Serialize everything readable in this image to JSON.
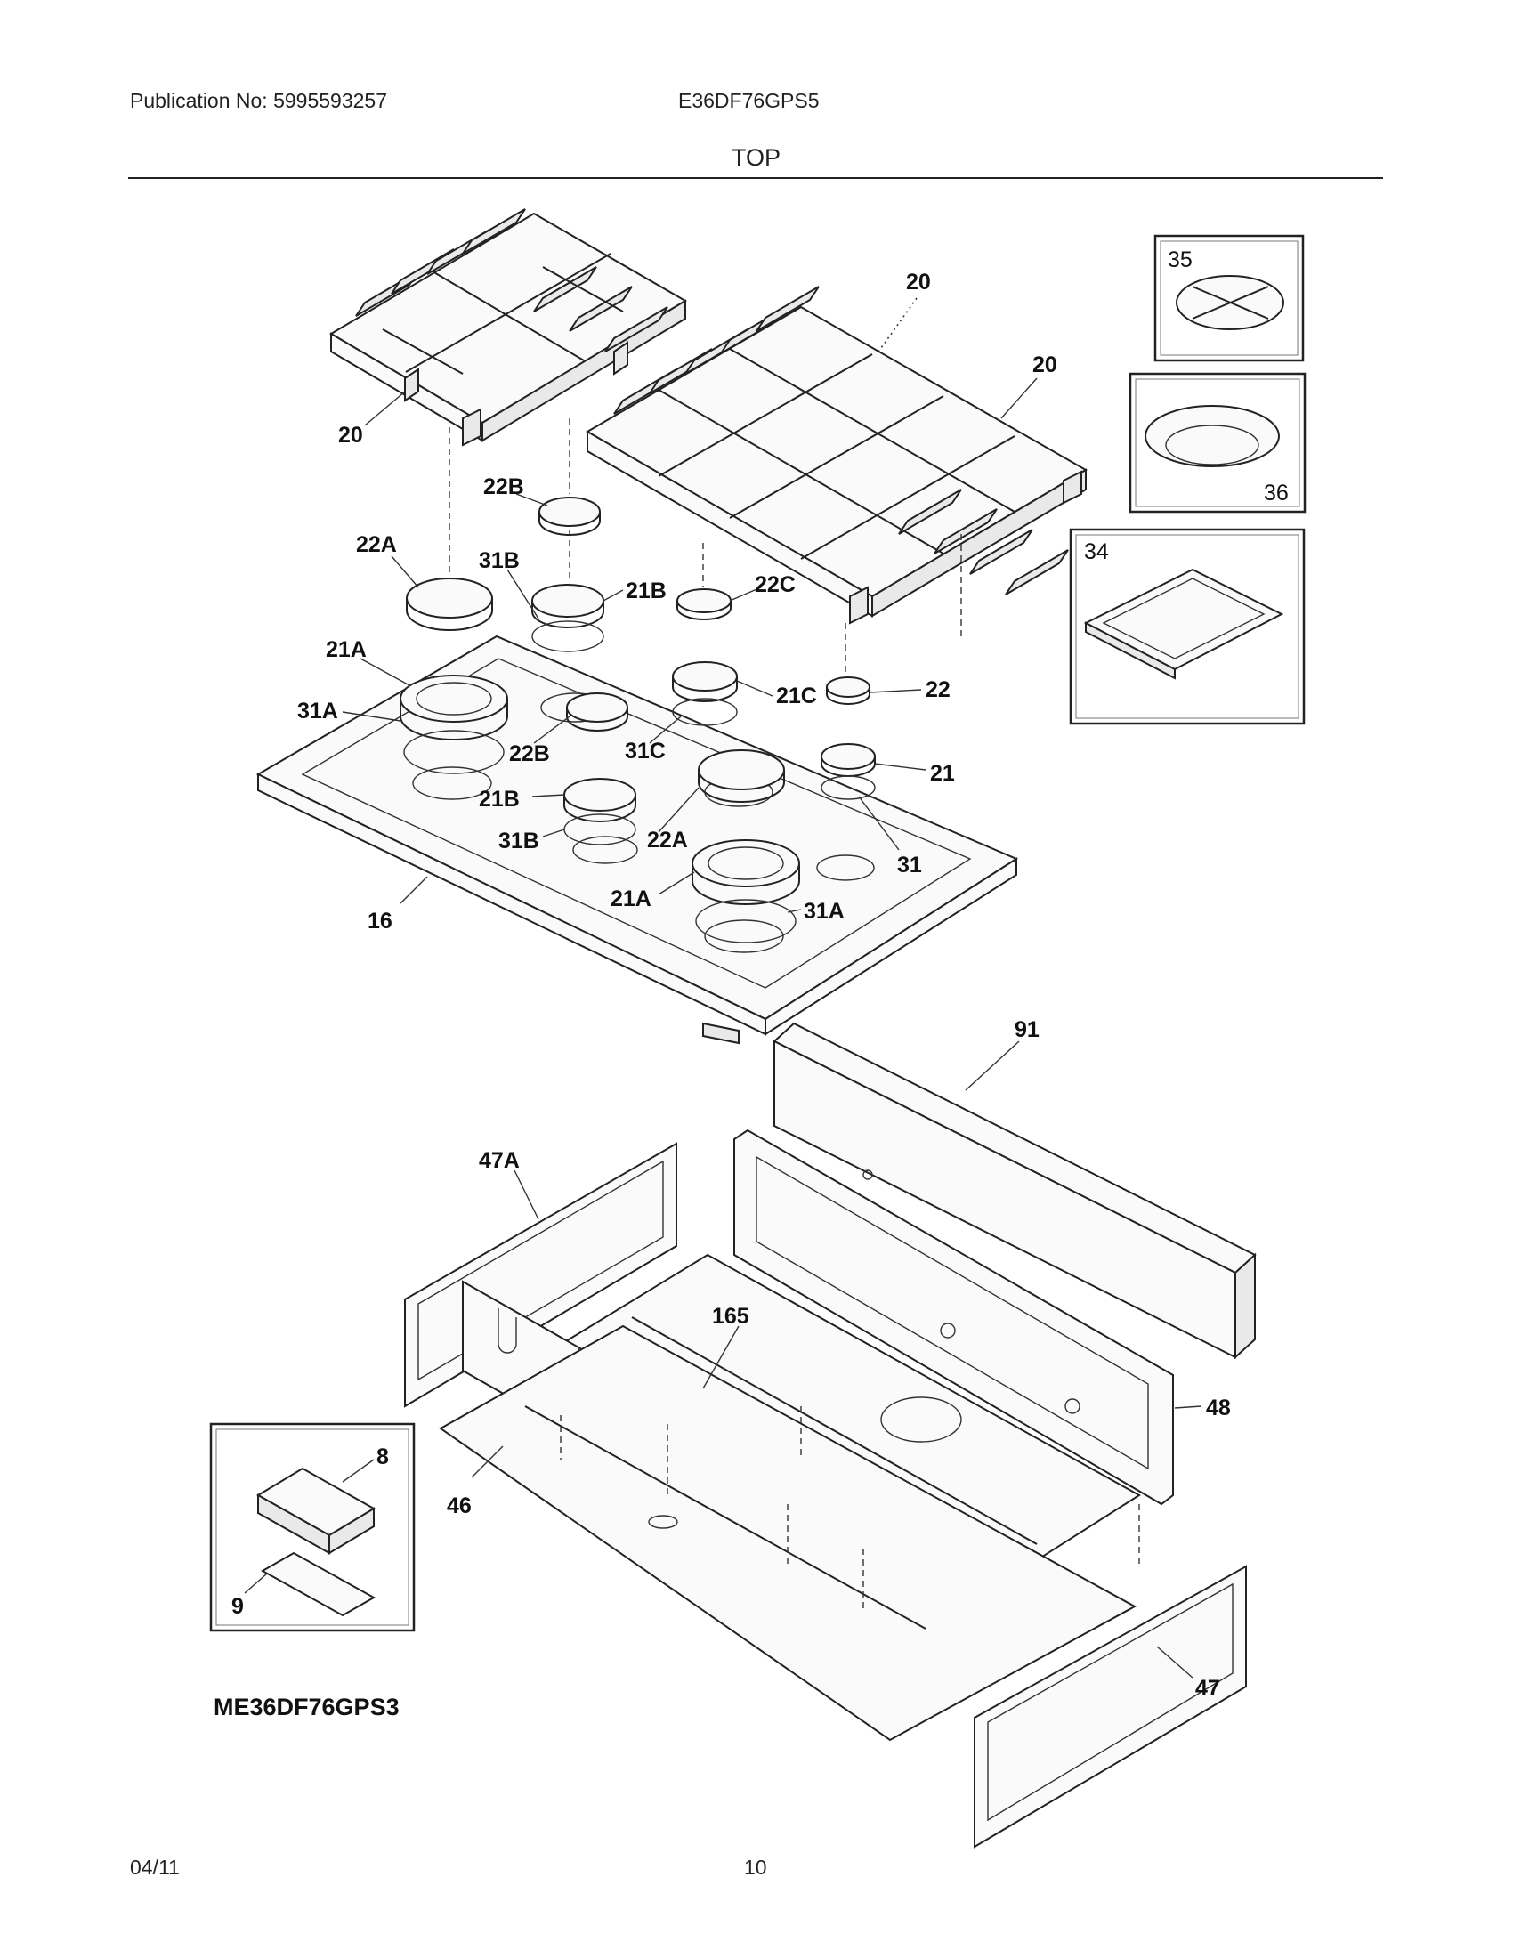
{
  "header": {
    "publication": "Publication No: 5995593257",
    "model": "E36DF76GPS5",
    "section": "TOP"
  },
  "footer": {
    "date": "04/11",
    "page": "10"
  },
  "diagram": {
    "model_label": "ME36DF76GPS3",
    "callouts": {
      "grate_left": "20",
      "grate_right_top": "20",
      "grate_right_side": "20",
      "cap_22b_top": "22B",
      "cap_22a_left": "22A",
      "ring_31b_top": "31B",
      "head_21b_top": "21B",
      "cap_22c": "22C",
      "head_21a_left": "21A",
      "ring_31a_left": "31A",
      "head_21c": "21C",
      "cap_22": "22",
      "cap_22b_mid": "22B",
      "ring_31c": "31C",
      "head_21": "21",
      "head_21b_bottom": "21B",
      "ring_31b_bottom": "31B",
      "cap_22a_bottom": "22A",
      "ring_31": "31",
      "head_21a_bottom": "21A",
      "ring_31a_bottom": "31A",
      "cooktop": "16",
      "backguard": "91",
      "side_47a": "47A",
      "tray_165": "165",
      "rear_48": "48",
      "bottom_46": "46",
      "front_47": "47",
      "switch_8": "8",
      "bracket_9": "9",
      "accessory_35": "35",
      "accessory_36": "36",
      "griddle_34": "34"
    }
  }
}
